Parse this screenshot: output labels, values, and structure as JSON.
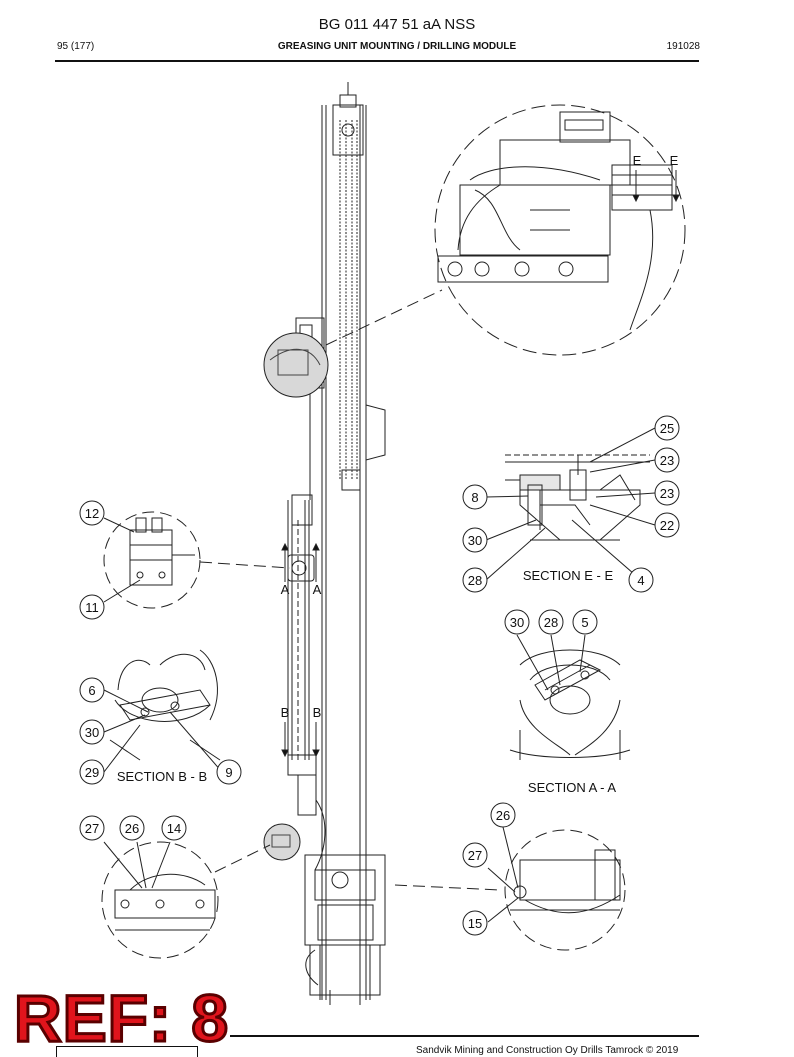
{
  "header": {
    "doc_title": "BG 011 447 51 aA NSS",
    "page": "95 (177)",
    "section": "GREASING UNIT MOUNTING / DRILLING MODULE",
    "code": "191028"
  },
  "footer": {
    "text": "Sandvik Mining and Construction Oy Drills Tamrock © 2019"
  },
  "watermark": {
    "text": "REF: 8",
    "color": "#e0141c"
  },
  "callouts": {
    "c25": "25",
    "c23a": "23",
    "c23b": "23",
    "c22": "22",
    "c8": "8",
    "c30a": "30",
    "c28a": "28",
    "c4": "4",
    "c30b": "30",
    "c28b": "28",
    "c5": "5",
    "c12": "12",
    "c11": "11",
    "c6": "6",
    "c30c": "30",
    "c29": "29",
    "c9": "9",
    "c27a": "27",
    "c26a": "26",
    "c14": "14",
    "c26b": "26",
    "c27b": "27",
    "c15": "15"
  },
  "section_labels": {
    "ee": "SECTION E - E",
    "aa": "SECTION A - A",
    "bb": "SECTION B - B",
    "e_left": "E",
    "e_right": "E",
    "a_left": "A",
    "a_right": "A",
    "b_left": "B",
    "b_right": "B"
  }
}
